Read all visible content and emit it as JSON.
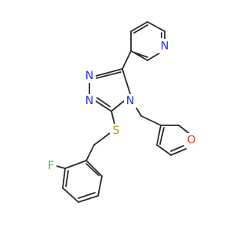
{
  "colors": {
    "bond": "#2b2b2b",
    "N": "#2a2ae6",
    "O": "#e62a2a",
    "S": "#b59a00",
    "F": "#4caf50"
  },
  "atoms": [
    {
      "id": "N_pyr",
      "symbol": "N",
      "color_key": "N"
    },
    {
      "id": "N_t1",
      "symbol": "N",
      "color_key": "N"
    },
    {
      "id": "N_t2",
      "symbol": "N",
      "color_key": "N"
    },
    {
      "id": "N_t4",
      "symbol": "N",
      "color_key": "N"
    },
    {
      "id": "O_fur",
      "symbol": "O",
      "color_key": "O"
    },
    {
      "id": "S_link",
      "symbol": "S",
      "color_key": "S"
    },
    {
      "id": "F_sub",
      "symbol": "F",
      "color_key": "F"
    }
  ]
}
